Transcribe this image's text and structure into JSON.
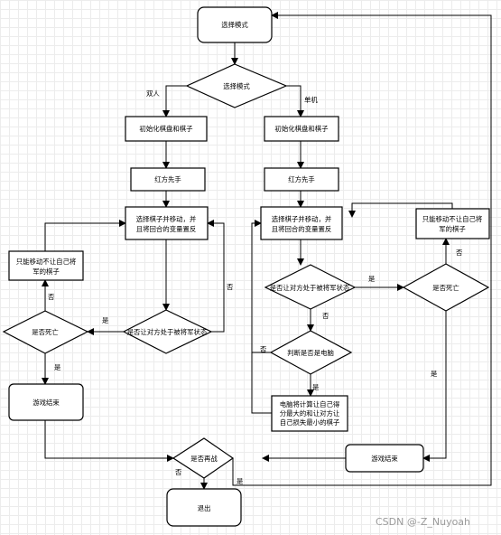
{
  "nodes": {
    "start": "选择模式",
    "mode_decision": "选择模式",
    "init_left": "初始化棋盘和棋子",
    "init_right": "初始化棋盘和棋子",
    "red_first_left": "红方先手",
    "red_first_right": "红方先手",
    "select_move_left": [
      "选择棋子并移动，并",
      "且将回合的变量置反"
    ],
    "select_move_right": [
      "选择棋子并移动，并",
      "且将回合的变量置反"
    ],
    "check_left": "是否让对方处于被将军状态",
    "check_right": "是否让对方处于被将军状态",
    "dead_left": "是否死亡",
    "dead_right": "是否死亡",
    "only_move_left": [
      "只能移动不让自己将",
      "军的棋子"
    ],
    "only_move_right": [
      "只能移动不让自己将",
      "军的棋子"
    ],
    "game_over_left": "游戏结束",
    "game_over_right": "游戏结束",
    "is_computer": "判断是否是电脑",
    "computer_calc": [
      "电脑将计算让自己得",
      "分最大的和让对方让",
      "自己损失最小的棋子"
    ],
    "replay": "是否再战",
    "exit": "退出"
  },
  "edge_labels": {
    "two_player": "双人",
    "single": "单机",
    "no": "否",
    "yes": "是"
  },
  "watermark": "CSDN @-Z_Nuyoah"
}
